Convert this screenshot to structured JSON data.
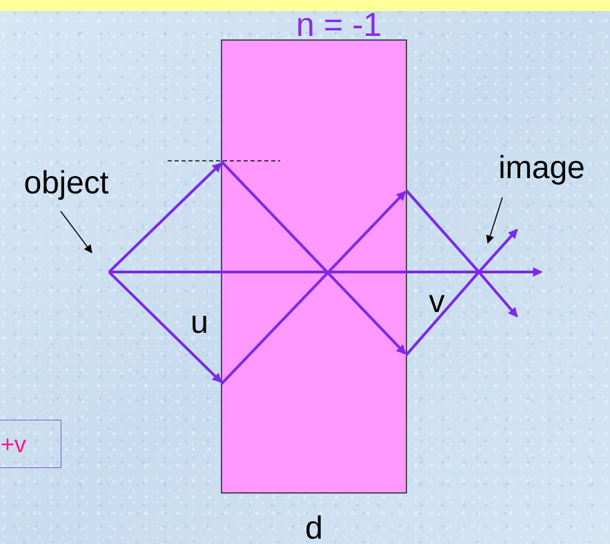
{
  "labels": {
    "refractive_index": "n = -1",
    "object": "object",
    "image": "image",
    "object_distance": "u",
    "image_distance": "v",
    "thickness": "d",
    "boxed_term": "+v"
  },
  "colors": {
    "background": "#cfe2f3",
    "top_strip": "#ffff99",
    "slab_fill": "#ff99ff",
    "ray": "#7b2be8",
    "index_text": "#8a2be2",
    "label_text": "#000000",
    "boxed_term_text": "#ff1a8c"
  }
}
